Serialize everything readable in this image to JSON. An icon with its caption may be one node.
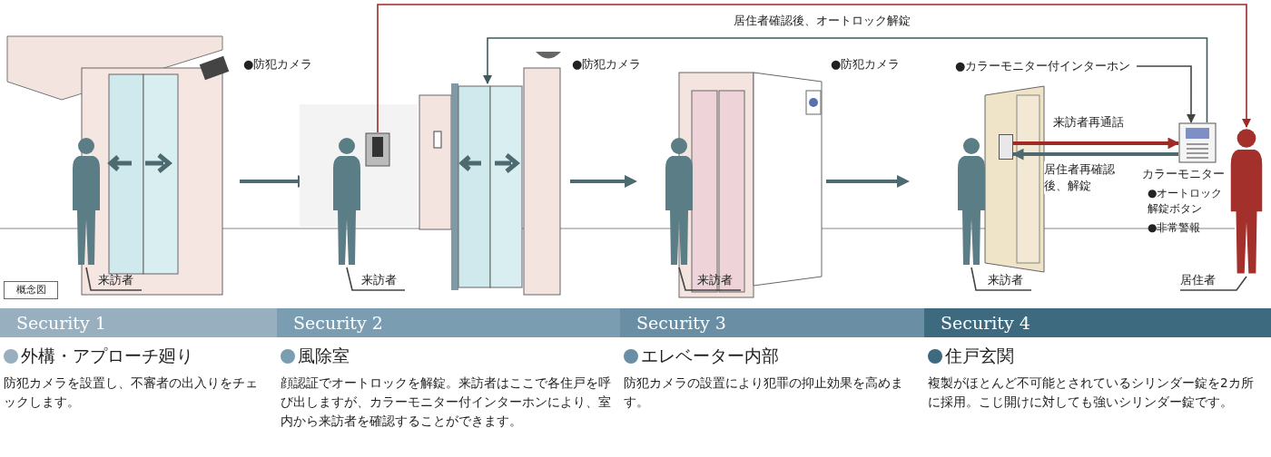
{
  "diagram": {
    "nodes": [
      {
        "text": [],
        "shape": "person"
      },
      {
        "text": [
          "来訪者"
        ]
      },
      {
        "text": [
          "概念図"
        ]
      },
      {
        "text": [],
        "shape": "person"
      },
      {
        "text": [
          "来訪者"
        ]
      },
      {
        "text": [],
        "shape": "picture"
      },
      {
        "text": [],
        "shape": "picture"
      },
      {
        "text": [],
        "shape": "person"
      },
      {
        "text": [
          "来訪者"
        ]
      },
      {
        "text": [],
        "shape": "person"
      },
      {
        "text": [
          "来訪者"
        ]
      },
      {
        "text": [],
        "shape": "box"
      },
      {
        "text": [
          "●カラーモニター付インターホン"
        ]
      },
      {
        "text": [],
        "shape": "picture",
        "beside": [
          "カラーモニター",
          "●オートロック解錠ボタン",
          "●非常警報"
        ]
      },
      {
        "text": [],
        "shape": "person"
      },
      {
        "text": [
          "居住者"
        ]
      },
      {
        "text": [
          "Security 1"
        ]
      },
      {
        "text": [
          "Security 2"
        ]
      },
      {
        "text": [
          "Security 3"
        ]
      },
      {
        "text": [
          "Security 4"
        ]
      }
    ],
    "edges": [
      {
        "from": 1,
        "to": 0,
        "arrow": "none"
      },
      {
        "from": 4,
        "to": 3,
        "arrow": "none"
      },
      {
        "from": 8,
        "to": 7,
        "arrow": "none"
      },
      {
        "from": 10,
        "to": 9,
        "arrow": "none"
      },
      {
        "from": 15,
        "to": 14,
        "arrow": "none"
      },
      {
        "from": 5,
        "to": 14,
        "arrow": "to",
        "color": "#9e2b25"
      },
      {
        "from": 13,
        "to": 6,
        "arrow": "to",
        "label": "居住者確認後、オートロック解錠",
        "color": "#3d5a5f"
      },
      {
        "from": 12,
        "to": 13,
        "arrow": "to"
      },
      {
        "from": 11,
        "to": 13,
        "arrow": "to",
        "label": "来訪者再通話",
        "style": "thick",
        "color": "#9e2b25"
      },
      {
        "from": 13,
        "to": 11,
        "arrow": "to",
        "label": "居住者再確認後、解錠",
        "style": "thick",
        "color": "#4d6a70"
      }
    ],
    "labels": [
      "●防犯カメラ",
      "●防犯カメラ",
      "●防犯カメラ",
      "外構・アプローチ廻り",
      "防犯カメラを設置し、不審者の出入りをチェックします。",
      "風除室",
      "顔認証でオートロックを解錠。来訪者はここで各住戸を呼び出しますが、カラーモニター付インターホンにより、室内から来訪者を確認することができます。",
      "エレベーター内部",
      "防犯カメラの設置により犯罪の抑止効果を高めます。",
      "住戸玄関",
      "複製がほとんど不可能とされているシリンダー錠を2カ所に採用。こじ開けに対しても強いシリンダー錠です。"
    ]
  }
}
